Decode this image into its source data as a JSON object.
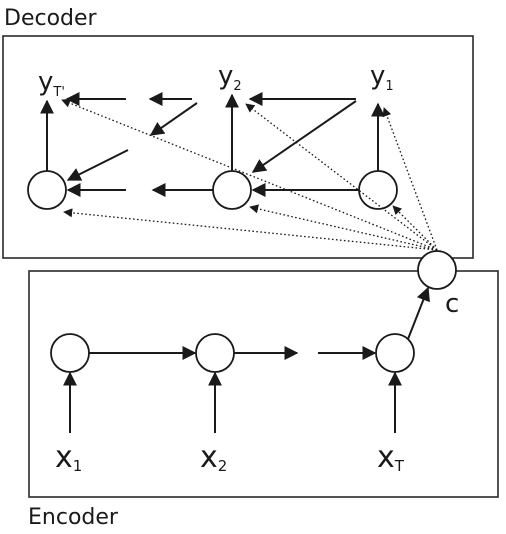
{
  "decoder": {
    "title": "Decoder",
    "outputs": [
      {
        "base": "y",
        "sub": "T'"
      },
      {
        "base": "y",
        "sub": "2"
      },
      {
        "base": "y",
        "sub": "1"
      }
    ]
  },
  "encoder": {
    "title": "Encoder",
    "inputs": [
      {
        "base": "x",
        "sub": "1"
      },
      {
        "base": "x",
        "sub": "2"
      },
      {
        "base": "x",
        "sub": "T"
      }
    ]
  },
  "context": {
    "label": "c"
  }
}
